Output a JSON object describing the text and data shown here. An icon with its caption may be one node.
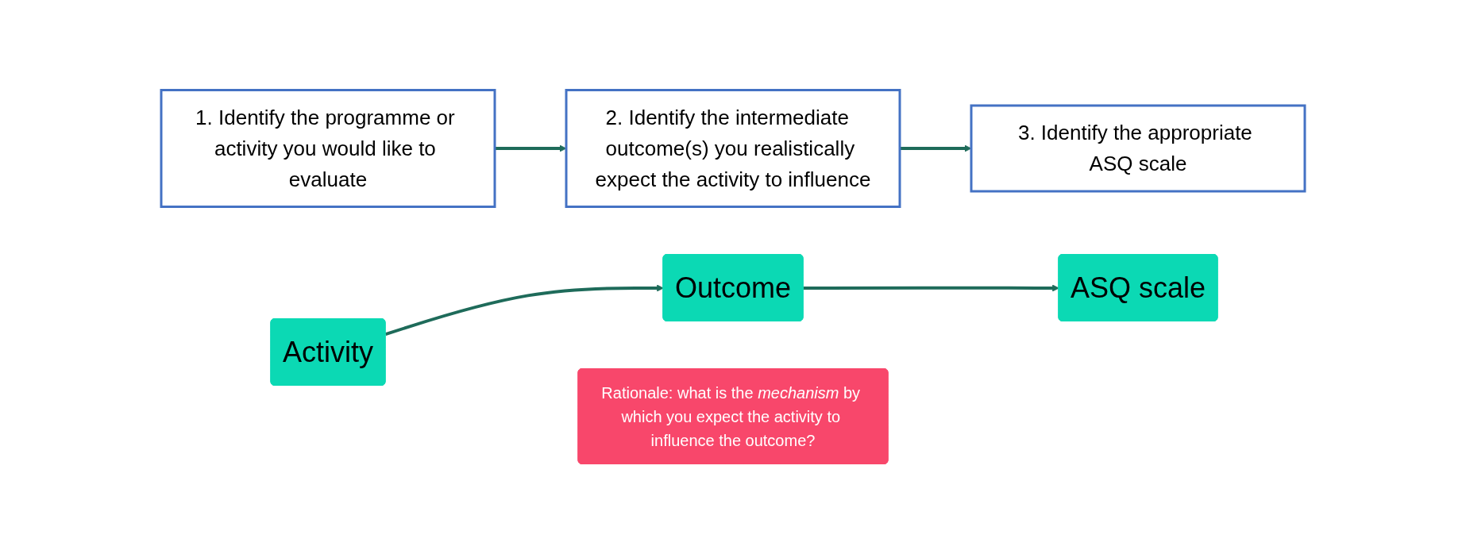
{
  "diagram": {
    "nodes": [
      {
        "text": [
          "1. Identify the programme or activity you would like to evaluate"
        ]
      },
      {
        "text": [
          "2. Identify the intermediate  outcome(s) you realistically expect the activity to influence"
        ]
      },
      {
        "text": [
          "3. Identify the appropriate ASQ scale"
        ]
      },
      {
        "text": [
          "Activity"
        ]
      },
      {
        "text": [
          "Outcome"
        ]
      },
      {
        "text": [
          "ASQ scale"
        ]
      },
      {
        "text": [
          "Rationale: what is the *mechanism* by which you expect the activity to influence the outcome?"
        ]
      }
    ],
    "edges": [
      {
        "from": 0,
        "to": 1,
        "arrow": "to"
      },
      {
        "from": 1,
        "to": 2,
        "arrow": "to"
      },
      {
        "from": 3,
        "to": 4,
        "arrow": "to"
      },
      {
        "from": 4,
        "to": 5,
        "arrow": "to"
      }
    ]
  }
}
